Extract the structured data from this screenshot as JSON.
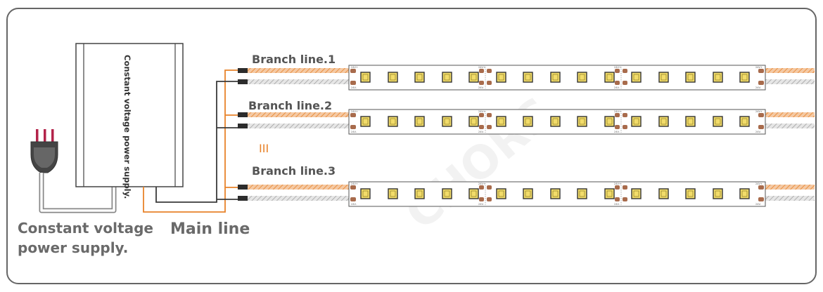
{
  "diagram": {
    "psu_box_text": "Constant voltage power supply.",
    "plug_caption_line1": "Constant voltage",
    "plug_caption_line2": "power supply.",
    "main_line_label": "Main line",
    "branches": [
      {
        "label": "Branch line.1"
      },
      {
        "label": "Branch line.2"
      },
      {
        "label": "Branch line.3"
      }
    ],
    "ellipsis_mark": "III",
    "pad_text": "24V+",
    "pad_text_neg": "24V-",
    "colors": {
      "frame": "#666666",
      "wire_orange": "#e8832a",
      "wire_dark": "#3a3a3a",
      "plug_prongs": "#b3234a",
      "plug_body": "#444444",
      "led_fill": "#f2dc6a",
      "led_stroke": "#333333",
      "copper_pad": "#a86b4c",
      "text_gray": "#666666"
    }
  }
}
